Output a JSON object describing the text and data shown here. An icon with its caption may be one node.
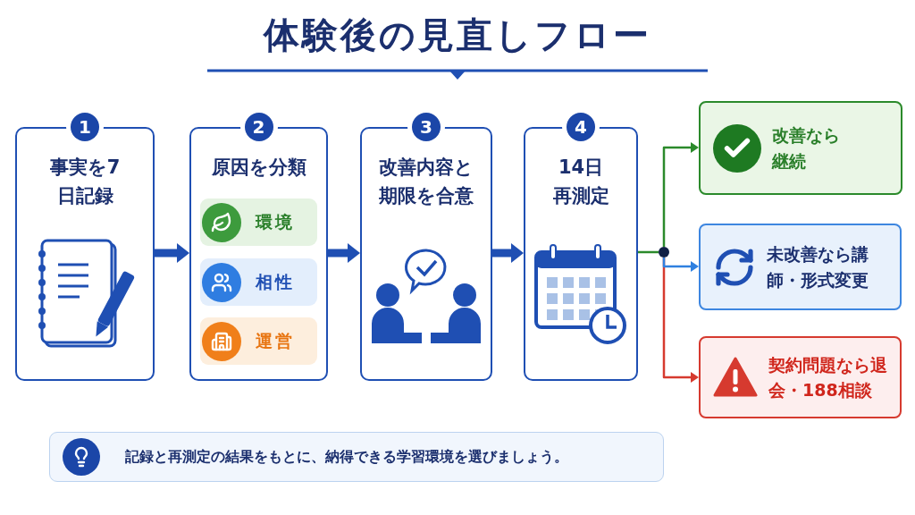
{
  "diagram": {
    "title": "体験後の見直しフロー",
    "nodes": [
      {
        "text": [
          "1",
          "事実を7日記録"
        ]
      },
      {
        "text": [
          "2",
          "原因を分類"
        ]
      },
      {
        "text": [
          "環境"
        ],
        "in": 1
      },
      {
        "text": [
          "相性"
        ],
        "in": 1
      },
      {
        "text": [
          "運営"
        ],
        "in": 1
      },
      {
        "text": [
          "3",
          "改善内容と期限を合意"
        ]
      },
      {
        "text": [
          "4",
          "14日再測定"
        ]
      },
      {
        "text": [],
        "shape": "circle"
      },
      {
        "text": [
          "改善なら継続"
        ]
      },
      {
        "text": [
          "未改善なら講師・形式変更"
        ]
      },
      {
        "text": [
          "契約問題なら退会・188相談"
        ]
      },
      {
        "text": [
          "記録と再測定の結果をもとに、納得できる学習環境を選びましょう。"
        ]
      }
    ],
    "edges": [
      {
        "from": 0,
        "to": 1,
        "arrow": "to",
        "style": "thick"
      },
      {
        "from": 1,
        "to": 5,
        "arrow": "to",
        "style": "thick"
      },
      {
        "from": 5,
        "to": 6,
        "arrow": "to",
        "style": "thick"
      },
      {
        "from": 6,
        "to": 7,
        "arrow": "none",
        "color": "#2b8a2b"
      },
      {
        "from": 7,
        "to": 8,
        "arrow": "to",
        "color": "#2b8a2b"
      },
      {
        "from": 7,
        "to": 10,
        "arrow": "to",
        "color": "#d63a2f"
      },
      {
        "from": 7,
        "to": 9,
        "arrow": "to",
        "color": "#2f80e0"
      }
    ]
  }
}
